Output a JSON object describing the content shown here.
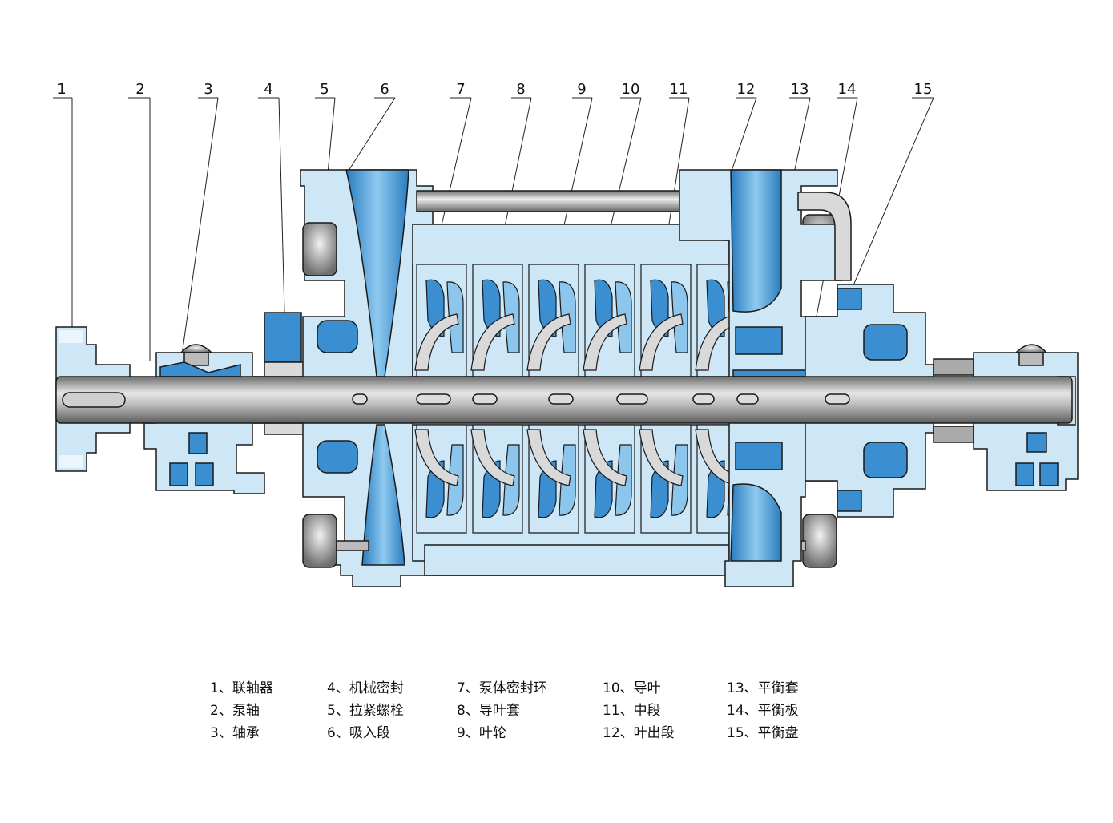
{
  "callouts": [
    "1",
    "2",
    "3",
    "4",
    "5",
    "6",
    "7",
    "8",
    "9",
    "10",
    "11",
    "12",
    "13",
    "14",
    "15"
  ],
  "legend": [
    [
      "1、联轴器",
      "2、泵轴",
      "3、轴承"
    ],
    [
      "4、机械密封",
      "5、拉紧螺栓",
      "6、吸入段"
    ],
    [
      "7、泵体密封环",
      "8、导叶套",
      "9、叶轮"
    ],
    [
      "10、导叶",
      "11、中段",
      "12、叶出段"
    ],
    [
      "13、平衡套",
      "14、平衡板",
      "15、平衡盘"
    ]
  ],
  "colors": {
    "casing": "#cde7f7",
    "water": "#3b8fd0",
    "water_light": "#8cc6ec",
    "metal": "#8a8a8a",
    "metal_light": "#d9d9d9",
    "line": "#1a1a1a"
  }
}
